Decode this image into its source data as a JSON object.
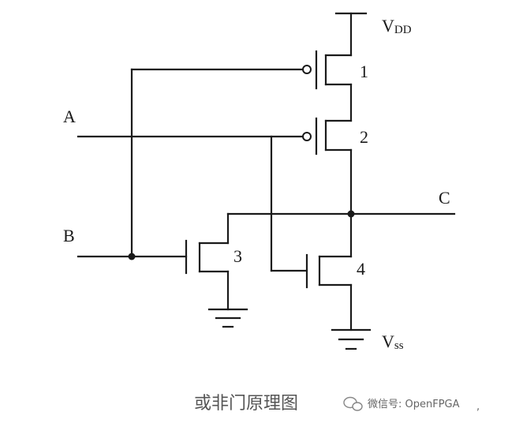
{
  "nodes": {
    "vdd": {
      "main": "V",
      "sub": "DD"
    },
    "vss": {
      "main": "V",
      "sub": "ss"
    },
    "input_a": "A",
    "input_b": "B",
    "output_c": "C"
  },
  "transistors": [
    "1",
    "2",
    "3",
    "4"
  ],
  "caption": "或非门原理图",
  "watermark": "微信号: OpenFPGA",
  "trailing_mark": ","
}
